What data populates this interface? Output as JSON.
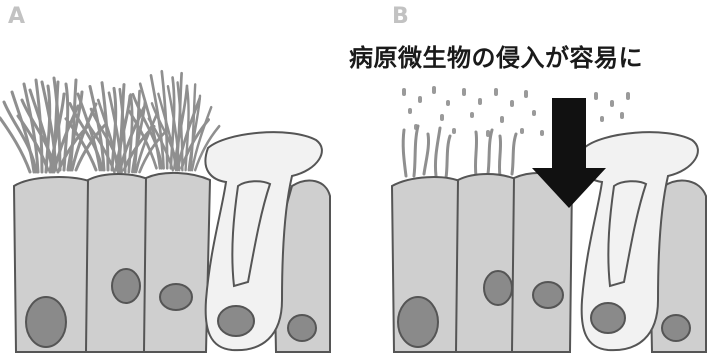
{
  "panels": [
    {
      "letter": "A"
    },
    {
      "letter": "B",
      "annotation": "病原微生物の侵入が容易に"
    }
  ],
  "colors": {
    "cell_fill": "#cfcfcf",
    "goblet_fill": "#f2f2f2",
    "nucleus_fill": "#8a8a8a",
    "outline": "#555555",
    "cilia": "#8f8f8f",
    "arrow": "#111111",
    "letter": "#c2c2c2"
  }
}
